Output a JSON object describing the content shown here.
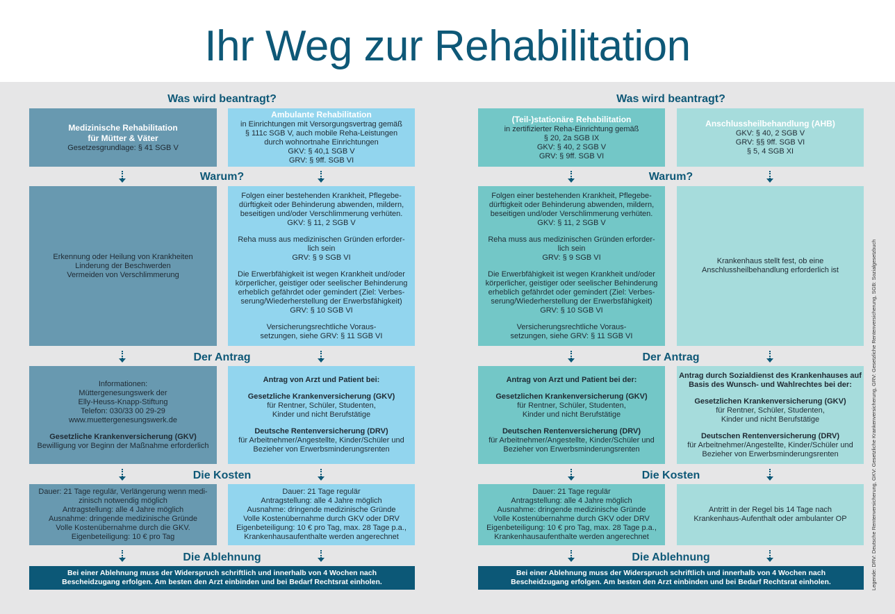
{
  "title": "Ihr Weg zur Rehabilitation",
  "colors": {
    "title": "#0e5877",
    "dark_blue_box": "#6899b0",
    "light_blue_box": "#92d5ee",
    "teal_box": "#73c7c7",
    "light_teal_box": "#a6dcdc",
    "navy_box": "#0c5877",
    "background": "#e6e6e7"
  },
  "sections": {
    "what": "Was wird beantragt?",
    "why": "Warum?",
    "application": "Der Antrag",
    "costs": "Die Kosten",
    "rejection": "Die Ablehnung"
  },
  "left": {
    "what": {
      "medical": {
        "title": [
          "Medizinische Rehabilitation",
          "für Mütter & Väter"
        ],
        "lines": [
          "Gesetzesgrundlage: § 41 SGB V"
        ]
      },
      "ambulant": {
        "title": "Ambulante Rehabilitation",
        "lines": [
          "in Einrichtungen mit Versorgungsvertrag gemäß",
          "§ 111c SGB V, auch mobile Reha-Leistungen",
          "durch wohnortnahe Einrichtungen",
          "GKV: § 40,1 SGB V",
          "GRV: § 9ff. SGB VI"
        ]
      }
    },
    "why": {
      "medical": [
        "Erkennung oder Heilung von Krankheiten",
        "Linderung der Beschwerden",
        "Vermeiden von Verschlimmerung"
      ],
      "ambulant": {
        "p1": [
          "Folgen einer bestehenden Krankheit, Pflegebe-",
          "dürftigkeit oder Behinderung abwenden, mildern,",
          "beseitigen und/oder Verschlimmerung verhüten.",
          "GKV: § 11, 2 SGB V"
        ],
        "p2": [
          "Reha muss aus medizinischen Gründen erforder-",
          "lich sein",
          "GRV: § 9 SGB VI"
        ],
        "p3": [
          "Die Erwerbfähigkeit ist wegen Krankheit und/oder",
          "körperlicher, geistiger oder seelischer Behinderung",
          "erheblich gefährdet oder gemindert (Ziel: Verbes-",
          "serung/Wiederherstellung der Erwerbsfähigkeit)",
          "GRV: § 10 SGB VI"
        ],
        "p4": [
          "Versicherungsrechtliche Voraus-",
          "setzungen, siehe GRV: § 11 SGB VI"
        ]
      }
    },
    "application": {
      "medical": {
        "info": [
          "Informationen:",
          "Müttergenesungswerk der",
          "Elly-Heuss-Knapp-Stiftung",
          "Telefon: 030/33 00 29-29",
          "www.muettergenesungswerk.de"
        ],
        "gkv_title": "Gesetzliche Krankenversicherung (GKV)",
        "gkv_line": "Bewilligung vor Beginn der Maßnahme erforderlich"
      },
      "ambulant": {
        "heading": "Antrag von Arzt und Patient bei:",
        "gkv_title": "Gesetzliche Krankenversicherung (GKV)",
        "gkv_lines": [
          "für Rentner, Schüler, Studenten,",
          "Kinder und nicht Berufstätige"
        ],
        "drv_title": "Deutsche Rentenversicherung (DRV)",
        "drv_lines": [
          "für Arbeitnehmer/Angestellte, Kinder/Schüler und",
          "Bezieher von Erwerbsminderungsrenten"
        ]
      }
    },
    "costs": {
      "medical": [
        "Dauer: 21 Tage regulär, Verlängerung wenn medi-",
        "zinisch notwendig möglich",
        "Antragstellung: alle 4 Jahre möglich",
        "Ausnahme: dringende medizinische Gründe",
        "Volle Kostenübernahme durch die GKV.",
        "Eigenbeteiligung: 10 € pro Tag"
      ],
      "ambulant": [
        "Dauer: 21 Tage regulär",
        "Antragstellung: alle 4 Jahre möglich",
        "Ausnahme: dringende medizinische Gründe",
        "Volle Kostenübernahme durch GKV oder DRV",
        "Eigenbeteiligung: 10 € pro Tag, max. 28 Tage p.a.,",
        "Krankenhausaufenthalte werden angerechnet"
      ]
    },
    "rejection": [
      "Bei einer Ablehnung muss der Widerspruch schriftlich und innerhalb von 4 Wochen nach",
      "Bescheidzugang erfolgen. Am besten den Arzt einbinden und bei Bedarf Rechtsrat einholen."
    ]
  },
  "right": {
    "what": {
      "stationary": {
        "title": "(Teil-)stationäre Rehabilitation",
        "lines": [
          "in zertifizierter Reha-Einrichtung gemäß",
          "§ 20, 2a SGB IX",
          "GKV: § 40, 2 SGB V",
          "GRV: § 9ff. SGB VI"
        ]
      },
      "ahb": {
        "title": "Anschlussheilbehandlung (AHB)",
        "lines": [
          "GKV: § 40, 2 SGB V",
          "GRV: §§ 9ff. SGB VI",
          "§ 5, 4 SGB XI"
        ]
      }
    },
    "why": {
      "stationary": {
        "p1": [
          "Folgen einer bestehenden Krankheit, Pflegebe-",
          "dürftigkeit oder Behinderung abwenden, mildern,",
          "beseitigen und/oder Verschlimmerung verhüten.",
          "GKV: § 11, 2 SGB V"
        ],
        "p2": [
          "Reha muss aus medizinischen Gründen erforder-",
          "lich sein",
          "GRV: § 9 SGB VI"
        ],
        "p3": [
          "Die Erwerbfähigkeit ist wegen Krankheit und/oder",
          "körperlicher, geistiger oder seelischer Behinderung",
          "erheblich gefährdet oder gemindert (Ziel: Verbes-",
          "serung/Wiederherstellung der Erwerbsfähigkeit)",
          "GRV: § 10 SGB VI"
        ],
        "p4": [
          "Versicherungsrechtliche Voraus-",
          "setzungen, siehe GRV: § 11 SGB VI"
        ]
      },
      "ahb": [
        "Krankenhaus stellt fest, ob eine",
        "Anschlussheilbehandlung erforderlich ist"
      ]
    },
    "application": {
      "stationary": {
        "heading": "Antrag von Arzt und Patient bei der:",
        "gkv_title": "Gesetzlichen Krankenversicherung (GKV)",
        "gkv_lines": [
          "für Rentner, Schüler, Studenten,",
          "Kinder und nicht Berufstätige"
        ],
        "drv_title": "Deutschen Rentenversicherung (DRV)",
        "drv_lines": [
          "für Arbeitnehmer/Angestellte, Kinder/Schüler und",
          "Bezieher von Erwerbsminderungsrenten"
        ]
      },
      "ahb": {
        "heading": [
          "Antrag durch Sozialdienst des Krankenhauses auf",
          "Basis des Wunsch- und Wahlrechtes bei der:"
        ],
        "gkv_title": "Gesetzlichen Krankenversicherung (GKV)",
        "gkv_lines": [
          "für Rentner, Schüler, Studenten,",
          "Kinder und nicht Berufstätige"
        ],
        "drv_title": "Deutschen Rentenversicherung (DRV)",
        "drv_lines": [
          "für Arbeitnehmer/Angestellte, Kinder/Schüler und",
          "Bezieher von Erwerbsminderungsrenten"
        ]
      }
    },
    "costs": {
      "stationary": [
        "Dauer: 21 Tage regulär",
        "Antragstellung: alle 4 Jahre möglich",
        "Ausnahme: dringende medizinische Gründe",
        "Volle Kostenübernahme durch GKV oder DRV",
        "Eigenbeteiligung: 10 € pro Tag, max. 28 Tage p.a.,",
        "Krankenhausaufenthalte werden angerechnet"
      ],
      "ahb": [
        "Antritt in der Regel bis 14 Tage nach",
        "Krankenhaus-Aufenthalt oder ambulanter OP"
      ]
    },
    "rejection": [
      "Bei einer Ablehnung muss der Widerspruch schriftlich und innerhalb von 4 Wochen nach",
      "Bescheidzugang erfolgen. Am besten den Arzt einbinden und bei Bedarf Rechtsrat einholen."
    ]
  },
  "legend": "Legende: DRV: Deutsche Rentenversicherung, GKV: Gesetzliche Krankenversicherung, GRV: Gesetzliche Rentenversicherung, SGB: Sozialgesetzbuch"
}
